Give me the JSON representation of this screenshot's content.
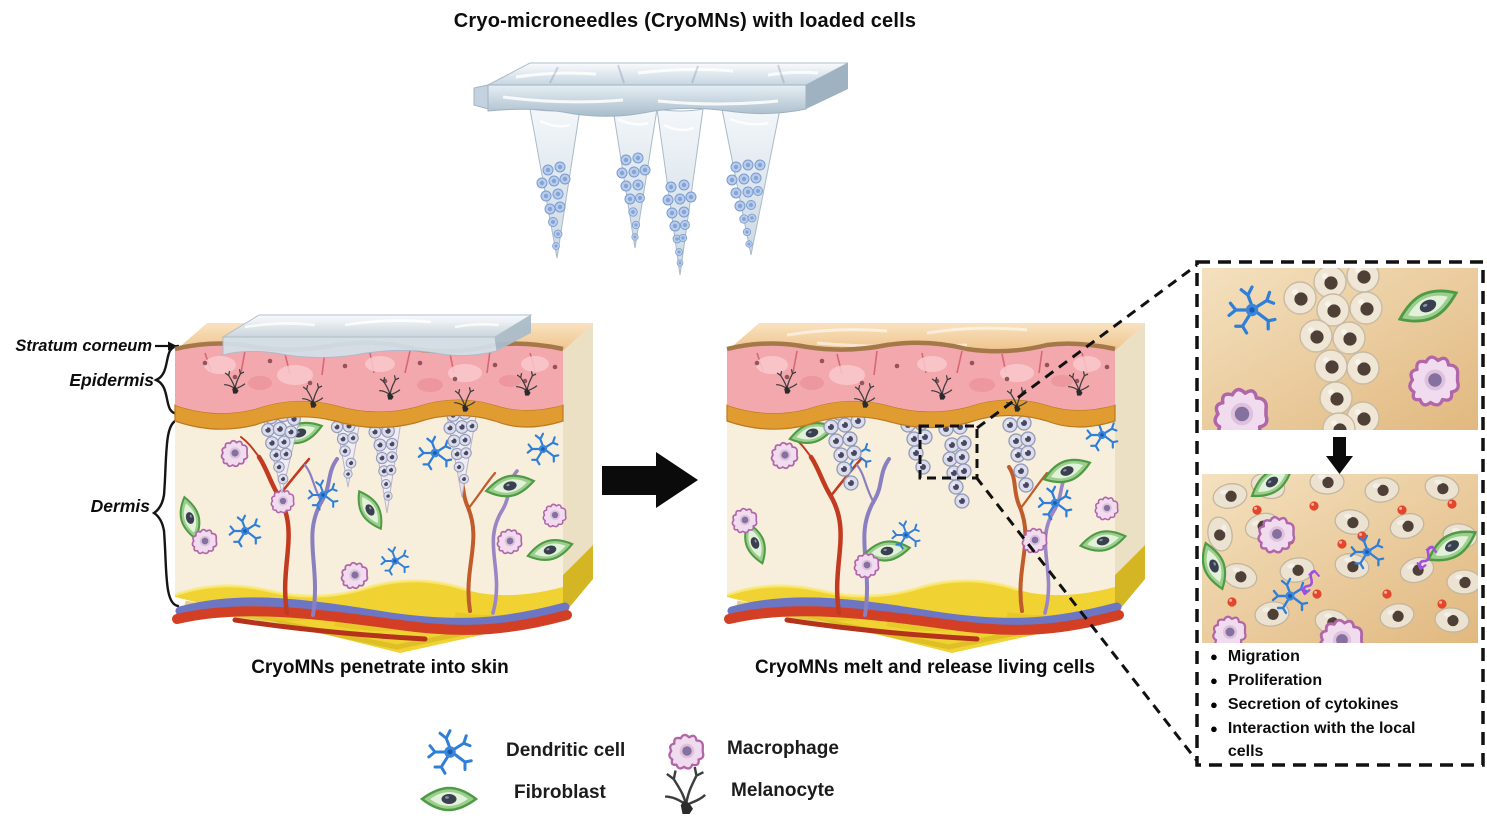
{
  "title": "Cryo-microneedles (CryoMNs) with loaded cells",
  "skin_labels": {
    "stratum_corneum": "Stratum corneum",
    "epidermis": "Epidermis",
    "dermis": "Dermis"
  },
  "captions": {
    "left": "CryoMNs penetrate into skin",
    "right": "CryoMNs melt and release living cells"
  },
  "inset": {
    "bullets": [
      "Migration",
      "Proliferation",
      "Secretion of cytokines",
      "Interaction with the local cells"
    ]
  },
  "legend": {
    "items": [
      {
        "name": "dendritic-cell",
        "label": "Dendritic cell"
      },
      {
        "name": "fibroblast",
        "label": "Fibroblast"
      },
      {
        "name": "macrophage",
        "label": "Macrophage"
      },
      {
        "name": "melanocyte",
        "label": "Melanocyte"
      }
    ]
  },
  "colors": {
    "dendritic_blue": "#2f7fd8",
    "fibroblast_green": "#4f9a45",
    "macrophage_purple": "#b066a8",
    "melanocyte_dark": "#3d3d3d",
    "epidermis_pink": "#f3a8ae",
    "dermis_cream": "#f7eedc",
    "fat_yellow": "#f1d233",
    "vessel_red": "#d23f24",
    "vessel_blue": "#6d76c2",
    "ice_blue": "#cfdce6",
    "cytokine_red": "#e2462c",
    "interaction_purple": "#a24fe0"
  }
}
